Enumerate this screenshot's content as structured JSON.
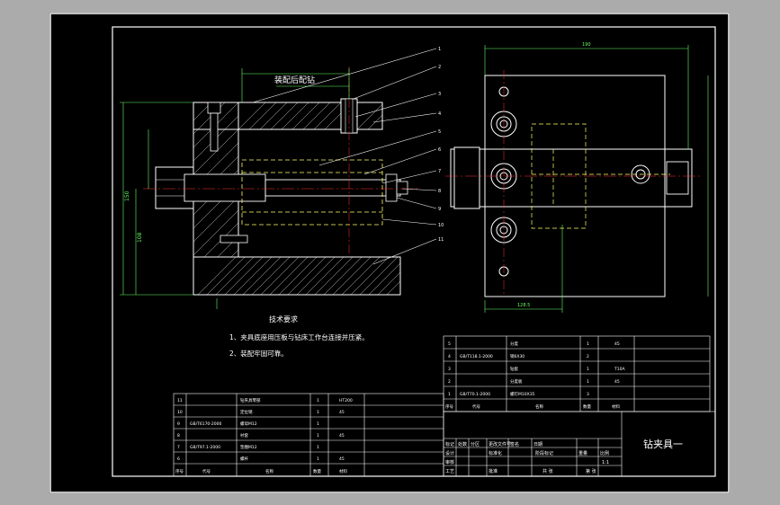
{
  "drawing": {
    "assembly_label": "装配后配钻",
    "tech_title": "技术要求",
    "tech_items": [
      "1、夹具底座用压板与钻床工作台连接并压紧。",
      "2、装配牢固可靠。"
    ],
    "title_block_name": "钻夹具一",
    "balloons": [
      "1",
      "2",
      "3",
      "4",
      "5",
      "6",
      "7",
      "8",
      "9",
      "10",
      "11"
    ],
    "dimensions": [
      "190",
      "128.5",
      "150",
      "108"
    ]
  },
  "bom_upper": {
    "rows": [
      {
        "no": "5",
        "code": "",
        "name": "分度",
        "qty": "1",
        "mat": "45"
      },
      {
        "no": "4",
        "code": "GB/T118.1-2000",
        "name": "销6X30",
        "qty": "2",
        "mat": ""
      },
      {
        "no": "3",
        "code": "",
        "name": "钻套",
        "qty": "1",
        "mat": "T10A"
      },
      {
        "no": "2",
        "code": "",
        "name": "分度板",
        "qty": "1",
        "mat": "45"
      },
      {
        "no": "1",
        "code": "GB/T70.1-2000",
        "name": "螺钉M10X35",
        "qty": "3",
        "mat": ""
      }
    ],
    "header": {
      "no": "序号",
      "code": "代号",
      "name": "名称",
      "qty": "数量",
      "mat": "材料"
    }
  },
  "bom_lower": {
    "rows": [
      {
        "no": "11",
        "code": "",
        "name": "钻夹具零部",
        "qty": "1",
        "mat": "HT200"
      },
      {
        "no": "10",
        "code": "",
        "name": "定位销",
        "qty": "1",
        "mat": "45"
      },
      {
        "no": "9",
        "code": "GB/T6170-2000",
        "name": "螺母M12",
        "qty": "1",
        "mat": ""
      },
      {
        "no": "8",
        "code": "",
        "name": "衬套",
        "qty": "1",
        "mat": "45"
      },
      {
        "no": "7",
        "code": "GB/T97.1-2000",
        "name": "垫圈M12",
        "qty": "1",
        "mat": ""
      },
      {
        "no": "6",
        "code": "",
        "name": "螺杆",
        "qty": "1",
        "mat": "45"
      }
    ],
    "header": {
      "no": "序号",
      "code": "代号",
      "name": "名称",
      "qty": "数量",
      "mat": "材料"
    }
  },
  "title_block": {
    "r1": [
      "标记",
      "处数",
      "分区",
      "更改文件号",
      "签名",
      "日期"
    ],
    "r2": [
      "设计",
      "",
      "",
      "标准化",
      "",
      ""
    ],
    "r3": [
      "审核",
      "",
      "",
      "",
      "",
      ""
    ],
    "r4": [
      "工艺",
      "",
      "",
      "批准",
      "",
      ""
    ],
    "stage": "阶段标记",
    "weight": "重量",
    "scale": "比例",
    "scale_val": "1:1",
    "sheets": "共 张",
    "sheet_no": "第 张"
  }
}
